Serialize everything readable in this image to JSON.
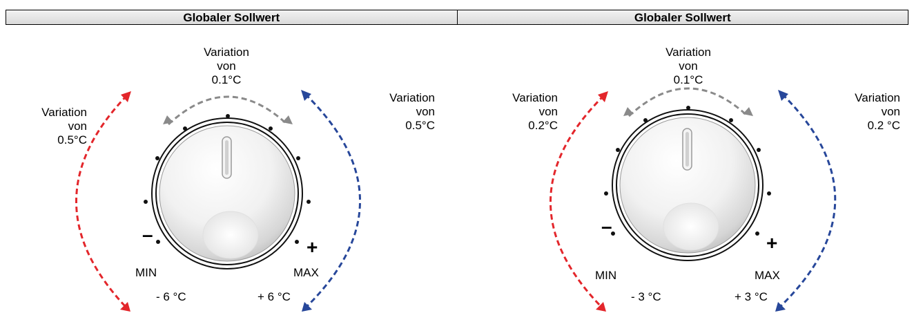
{
  "header": {
    "left_title": "Globaler Sollwert",
    "right_title": "Globaler Sollwert"
  },
  "panels": [
    {
      "top_label": {
        "line1": "Variation",
        "line2": "von",
        "line3": "0.1°C"
      },
      "left_label": {
        "line1": "Variation",
        "line2": "von",
        "line3": "0.5°C"
      },
      "right_label": {
        "line1": "Variation",
        "line2": "von",
        "line3": "0.5°C"
      },
      "minus_symbol": "–",
      "plus_symbol": "+",
      "min_label": "MIN",
      "max_label": "MAX",
      "min_value": "- 6 °C",
      "max_value": "+ 6 °C"
    },
    {
      "top_label": {
        "line1": "Variation",
        "line2": "von",
        "line3": "0.1°C"
      },
      "left_label": {
        "line1": "Variation",
        "line2": "von",
        "line3": "0.2°C"
      },
      "right_label": {
        "line1": "Variation",
        "line2": "von",
        "line3": "0.2 °C"
      },
      "minus_symbol": "–",
      "plus_symbol": "+",
      "min_label": "MIN",
      "max_label": "MAX",
      "min_value": "- 3 °C",
      "max_value": "+ 3 °C"
    }
  ],
  "colors": {
    "red_arrow": "#e3262b",
    "blue_arrow": "#27479a",
    "gray_arrow": "#8a8a8a"
  }
}
